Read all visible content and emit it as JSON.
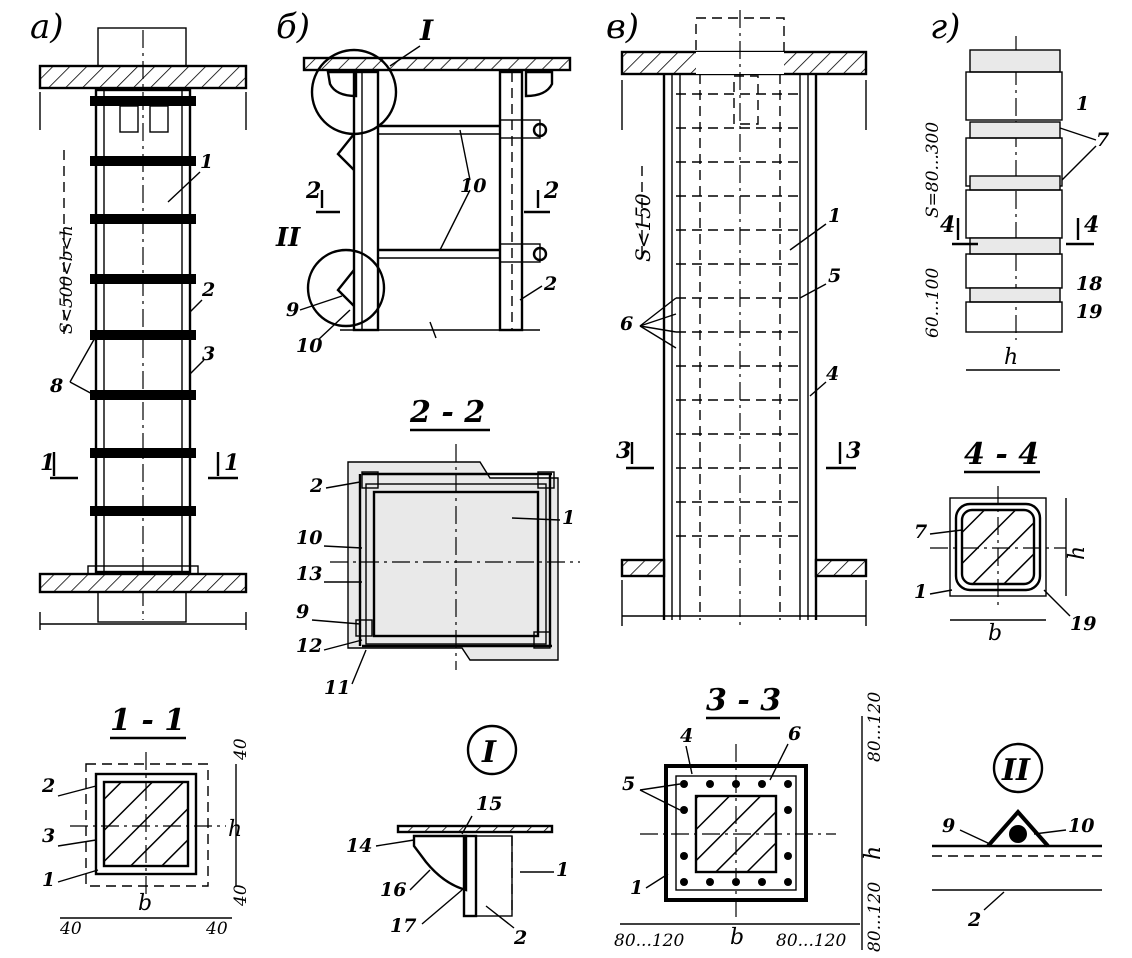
{
  "panels": {
    "a": "а)",
    "b": "б)",
    "v": "в)",
    "g": "г)"
  },
  "section_titles": {
    "s11": "1 - 1",
    "s22": "2 - 2",
    "s33": "3 - 3",
    "s44": "4 - 4",
    "detail1": "I",
    "detail2": "II"
  },
  "cut_marks": {
    "c1": "1",
    "c2": "2",
    "c3": "3",
    "c4": "4",
    "I": "I",
    "II": "II"
  },
  "dimensions": {
    "a_spacing": "S<500<b<h",
    "v_spacing": "S<150",
    "g_spacing": "S=80...300",
    "g_gap": "60...100",
    "h": "h",
    "b": "b",
    "d40": "40",
    "d80_120": "80...120"
  },
  "leaders": {
    "n1": "1",
    "n2": "2",
    "n3": "3",
    "n4": "4",
    "n5": "5",
    "n6": "6",
    "n7": "7",
    "n8": "8",
    "n9": "9",
    "n10": "10",
    "n11": "11",
    "n12": "12",
    "n13": "13",
    "n14": "14",
    "n15": "15",
    "n16": "16",
    "n17": "17",
    "n18": "18",
    "n19": "19"
  }
}
